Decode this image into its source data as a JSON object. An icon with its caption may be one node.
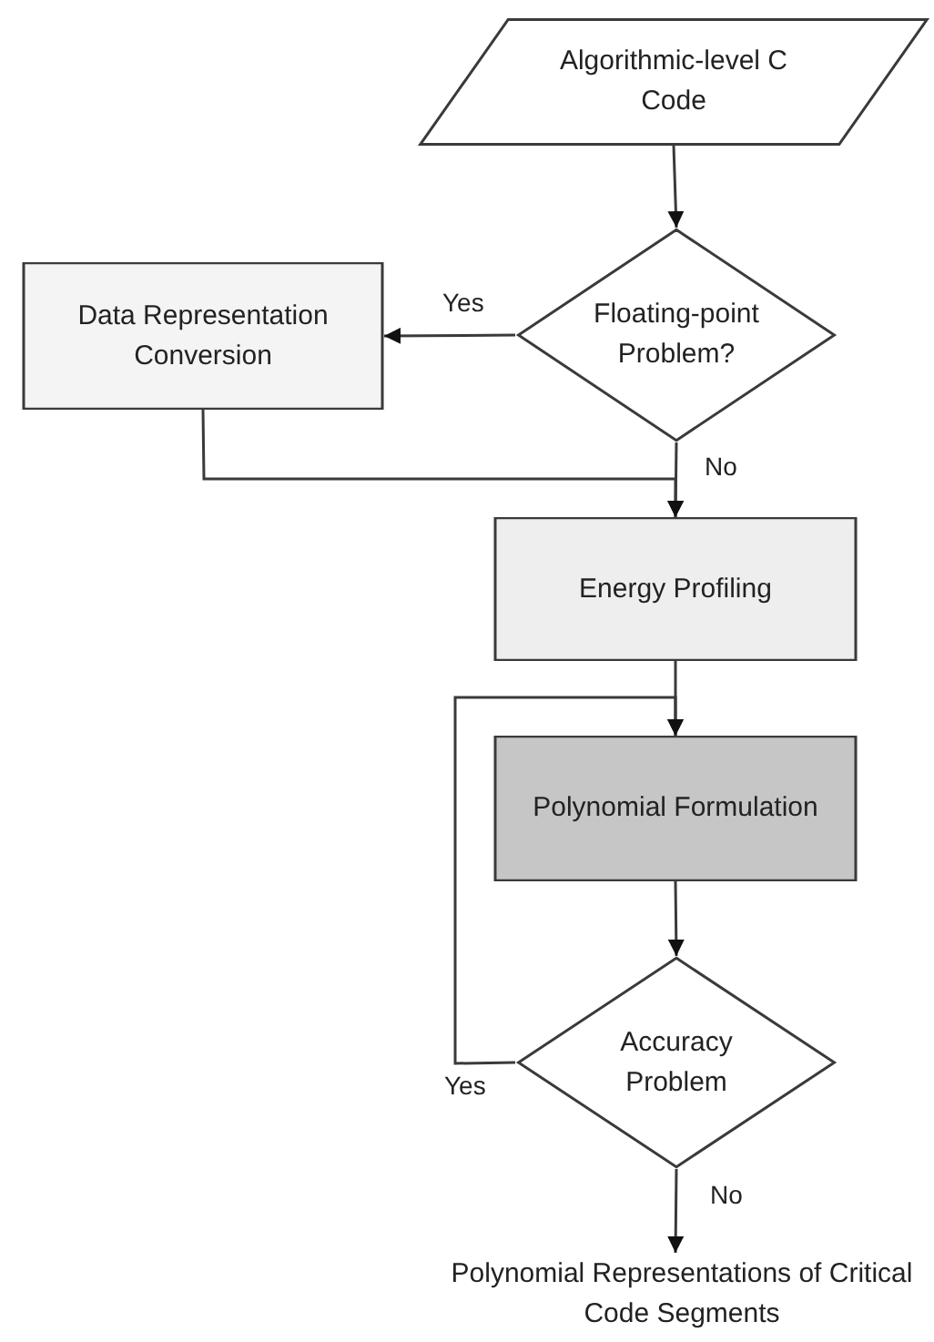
{
  "diagram": {
    "nodes": [
      {
        "text": [
          "Algorithmic-level C Code"
        ]
      },
      {
        "text": [
          "Floating-point Problem?"
        ]
      },
      {
        "text": [
          "Data Representation Conversion"
        ]
      },
      {
        "text": [
          "Energy Profiling"
        ]
      },
      {
        "text": [
          "Polynomial Formulation"
        ]
      },
      {
        "text": [
          "Accuracy Problem"
        ]
      },
      {
        "text": [
          "Polynomial Representations of Critical Code Segments"
        ]
      }
    ],
    "edges": [
      {
        "from": 0,
        "to": 1,
        "arrow": "to"
      },
      {
        "from": 1,
        "to": 2,
        "arrow": "to",
        "label": "Yes"
      },
      {
        "from": 2,
        "to": 3,
        "arrow": "to"
      },
      {
        "from": 1,
        "to": 3,
        "arrow": "to",
        "label": "No"
      },
      {
        "from": 3,
        "to": 4,
        "arrow": "to"
      },
      {
        "from": 4,
        "to": 5,
        "arrow": "to"
      },
      {
        "from": 5,
        "to": 4,
        "arrow": "to",
        "label": "Yes"
      },
      {
        "from": 5,
        "to": 6,
        "arrow": "to",
        "label": "No"
      }
    ]
  }
}
